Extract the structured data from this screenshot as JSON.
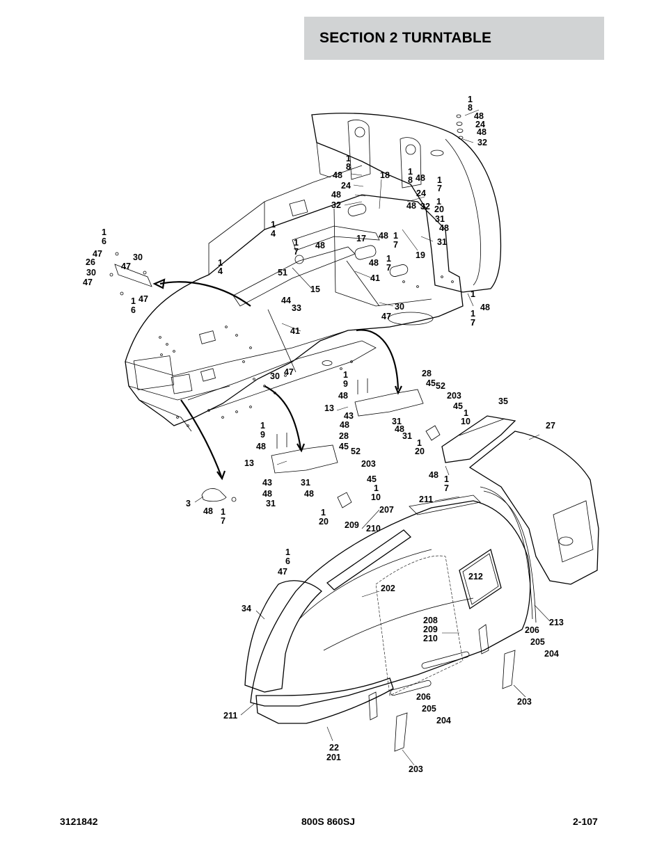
{
  "header": {
    "section_title": "SECTION 2   TURNTABLE"
  },
  "footer": {
    "doc_number": "3121842",
    "model": "800S 860SJ",
    "page": "2-107"
  },
  "callouts": [
    "1",
    "8",
    "48",
    "24",
    "48",
    "32",
    "1",
    "8",
    "48",
    "24",
    "48",
    "32",
    "18",
    "1",
    "8",
    "48",
    "24",
    "32",
    "48",
    "1",
    "7",
    "1",
    "20",
    "31",
    "48",
    "31",
    "1",
    "7",
    "19",
    "1",
    "6",
    "47",
    "26",
    "30",
    "47",
    "30",
    "47",
    "47",
    "1",
    "6",
    "1",
    "4",
    "1",
    "4",
    "51",
    "15",
    "1",
    "7",
    "48",
    "17",
    "48",
    "1",
    "7",
    "48",
    "1",
    "7",
    "41",
    "44",
    "33",
    "41",
    "30",
    "47",
    "47",
    "30",
    "1",
    "7",
    "48",
    "28",
    "45",
    "52",
    "1",
    "9",
    "48",
    "13",
    "203",
    "45",
    "1",
    "10",
    "35",
    "43",
    "48",
    "31",
    "48",
    "31",
    "1",
    "20",
    "27",
    "1",
    "9",
    "48",
    "28",
    "45",
    "52",
    "13",
    "203",
    "45",
    "1",
    "10",
    "43",
    "48",
    "48",
    "31",
    "31",
    "1",
    "20",
    "48",
    "1",
    "7",
    "3",
    "48",
    "1",
    "7",
    "211",
    "207",
    "209",
    "210",
    "1",
    "6",
    "47",
    "212",
    "202",
    "34",
    "213",
    "208",
    "209",
    "210",
    "206",
    "205",
    "204",
    "203",
    "206",
    "205",
    "204",
    "211",
    "22",
    "201",
    "203"
  ]
}
